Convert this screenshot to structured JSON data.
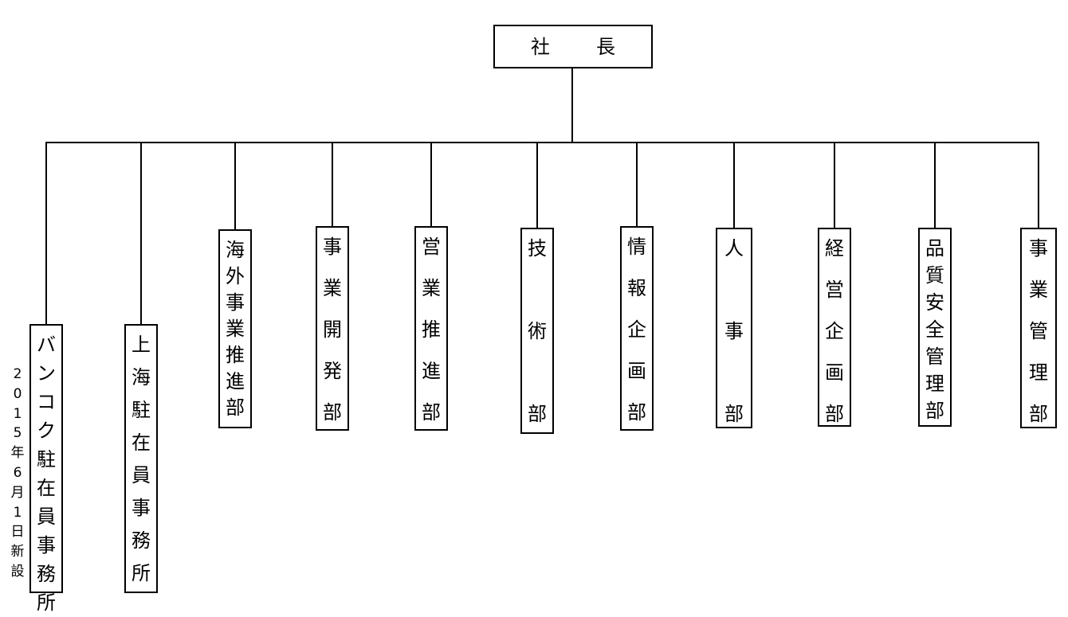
{
  "ceo": "社長",
  "departments": [
    {
      "id": "bangkok",
      "chars": [
        "バ",
        "ン",
        "コ",
        "ク",
        "駐",
        "在",
        "員",
        "事",
        "務",
        "所"
      ]
    },
    {
      "id": "shanghai",
      "chars": [
        "上",
        "海",
        "駐",
        "在",
        "員",
        "事",
        "務",
        "所"
      ]
    },
    {
      "id": "overseas",
      "chars": [
        "海",
        "外",
        "事",
        "業",
        "推",
        "進",
        "部"
      ]
    },
    {
      "id": "bizdev",
      "chars": [
        "事",
        "業",
        "開",
        "発",
        "部"
      ]
    },
    {
      "id": "sales",
      "chars": [
        "営",
        "業",
        "推",
        "進",
        "部"
      ]
    },
    {
      "id": "tech",
      "chars": [
        "技",
        "術",
        "部"
      ]
    },
    {
      "id": "infoplan",
      "chars": [
        "情",
        "報",
        "企",
        "画",
        "部"
      ]
    },
    {
      "id": "hr",
      "chars": [
        "人",
        "事",
        "部"
      ]
    },
    {
      "id": "mgmtplan",
      "chars": [
        "経",
        "営",
        "企",
        "画",
        "部"
      ]
    },
    {
      "id": "quality",
      "chars": [
        "品",
        "質",
        "安",
        "全",
        "管",
        "理",
        "部"
      ]
    },
    {
      "id": "bizmgmt",
      "chars": [
        "事",
        "業",
        "管",
        "理",
        "部"
      ]
    }
  ],
  "note": [
    "2",
    "0",
    "1",
    "5",
    "年",
    "6",
    "月",
    "1",
    "日",
    "新",
    "設"
  ]
}
